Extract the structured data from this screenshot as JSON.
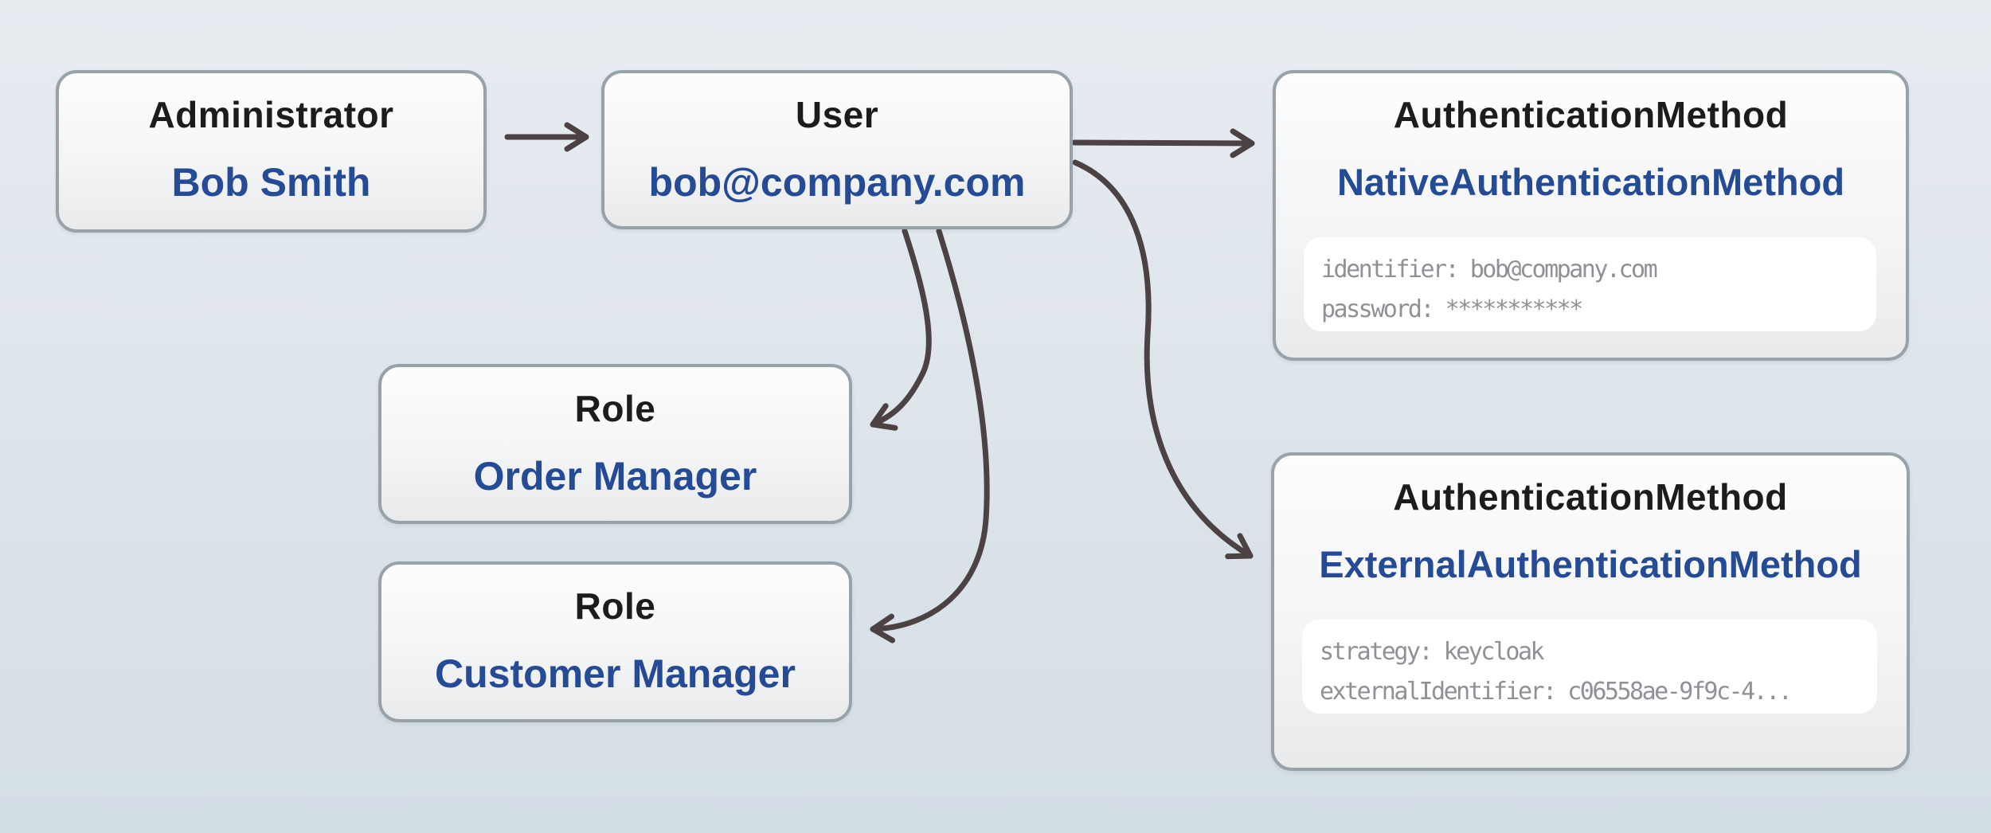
{
  "diagram": {
    "nodes": {
      "administrator": {
        "type": "Administrator",
        "name": "Bob Smith"
      },
      "user": {
        "type": "User",
        "name": "bob@company.com"
      },
      "native_auth": {
        "type": "AuthenticationMethod",
        "name": "NativeAuthenticationMethod",
        "properties": [
          "identifier: bob@company.com",
          "password: ***********"
        ]
      },
      "role_order": {
        "type": "Role",
        "name": "Order Manager"
      },
      "role_customer": {
        "type": "Role",
        "name": "Customer Manager"
      },
      "external_auth": {
        "type": "AuthenticationMethod",
        "name": "ExternalAuthenticationMethod",
        "properties": [
          "strategy: keycloak",
          "externalIdentifier: c06558ae-9f9c-4..."
        ]
      }
    },
    "edges": [
      {
        "from": "administrator",
        "to": "user"
      },
      {
        "from": "user",
        "to": "native_auth"
      },
      {
        "from": "user",
        "to": "external_auth"
      },
      {
        "from": "user",
        "to": "role_order"
      },
      {
        "from": "user",
        "to": "role_customer"
      }
    ],
    "colors": {
      "background_top": "#e7ecf1",
      "background_bottom": "#d4dee5",
      "node_border": "#98a2a9",
      "node_type_text": "#1b1c1e",
      "node_name_text": "#254a96",
      "property_text": "#8e9296",
      "arrow": "#4c4243"
    }
  }
}
